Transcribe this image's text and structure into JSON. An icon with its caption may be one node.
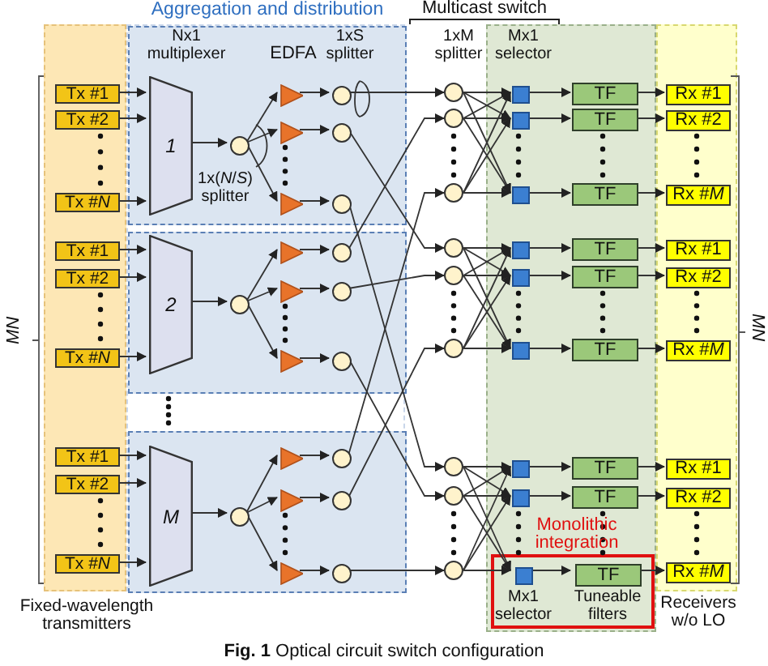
{
  "diagram": {
    "caption": "**Fig. 1** Optical circuit switch configuration",
    "nodes": [
      {
        "text": [
          "Fixed-wavelength transmitters"
        ]
      },
      {
        "text": [
          "Aggregation and distribution"
        ]
      },
      {
        "text": [],
        "shape": "box",
        "in": 1
      },
      {
        "text": [],
        "shape": "box",
        "in": 1
      },
      {
        "text": [],
        "shape": "box",
        "in": 1
      },
      {
        "text": [],
        "shape": "box"
      },
      {
        "text": [
          "Monolithic integration",
          "Mx1 selector",
          "Tuneable filters"
        ],
        "in": 5
      },
      {
        "text": [
          "Receivers w/o LO"
        ]
      },
      {
        "text": [
          "Tx #1"
        ],
        "in": 0
      },
      {
        "text": [
          "Tx #2"
        ],
        "in": 0
      },
      {
        "text": [
          "Tx #*N*"
        ],
        "in": 0
      },
      {
        "text": [
          "Tx #1"
        ],
        "in": 0
      },
      {
        "text": [
          "Tx #2"
        ],
        "in": 0
      },
      {
        "text": [
          "Tx #*N*"
        ],
        "in": 0
      },
      {
        "text": [
          "Tx #1"
        ],
        "in": 0
      },
      {
        "text": [
          "Tx #2"
        ],
        "in": 0
      },
      {
        "text": [
          "Tx #*N*"
        ],
        "in": 0
      },
      {
        "text": [
          "1"
        ],
        "in": 2
      },
      {
        "text": [
          "2"
        ],
        "in": 3
      },
      {
        "text": [
          "M"
        ],
        "in": 4
      },
      {
        "text": [],
        "shape": "circle",
        "in": 2
      },
      {
        "text": [],
        "shape": "circle",
        "in": 3
      },
      {
        "text": [],
        "shape": "circle",
        "in": 4
      },
      {
        "text": [],
        "shape": "triangle",
        "in": 2
      },
      {
        "text": [],
        "shape": "triangle",
        "in": 2
      },
      {
        "text": [],
        "shape": "triangle",
        "in": 2
      },
      {
        "text": [],
        "shape": "triangle",
        "in": 3
      },
      {
        "text": [],
        "shape": "triangle",
        "in": 3
      },
      {
        "text": [],
        "shape": "triangle",
        "in": 3
      },
      {
        "text": [],
        "shape": "triangle",
        "in": 4
      },
      {
        "text": [],
        "shape": "triangle",
        "in": 4
      },
      {
        "text": [],
        "shape": "triangle",
        "in": 4
      },
      {
        "text": [],
        "shape": "circle",
        "in": 2
      },
      {
        "text": [],
        "shape": "circle",
        "in": 2
      },
      {
        "text": [],
        "shape": "circle",
        "in": 2
      },
      {
        "text": [],
        "shape": "circle",
        "in": 3
      },
      {
        "text": [],
        "shape": "circle",
        "in": 3
      },
      {
        "text": [],
        "shape": "circle",
        "in": 3
      },
      {
        "text": [],
        "shape": "circle",
        "in": 4
      },
      {
        "text": [],
        "shape": "circle",
        "in": 4
      },
      {
        "text": [],
        "shape": "circle",
        "in": 4
      },
      {
        "text": [],
        "shape": "circle"
      },
      {
        "text": [],
        "shape": "circle"
      },
      {
        "text": [],
        "shape": "circle"
      },
      {
        "text": [],
        "shape": "circle"
      },
      {
        "text": [],
        "shape": "circle"
      },
      {
        "text": [],
        "shape": "circle"
      },
      {
        "text": [],
        "shape": "circle"
      },
      {
        "text": [],
        "shape": "circle"
      },
      {
        "text": [],
        "shape": "circle"
      },
      {
        "text": [],
        "shape": "box",
        "in": 5
      },
      {
        "text": [],
        "shape": "box",
        "in": 5
      },
      {
        "text": [],
        "shape": "box",
        "in": 5
      },
      {
        "text": [],
        "shape": "box",
        "in": 5
      },
      {
        "text": [],
        "shape": "box",
        "in": 5
      },
      {
        "text": [],
        "shape": "box",
        "in": 5
      },
      {
        "text": [],
        "shape": "box",
        "in": 5
      },
      {
        "text": [],
        "shape": "box",
        "in": 5
      },
      {
        "text": [],
        "shape": "box",
        "in": 6
      },
      {
        "text": [
          "TF"
        ],
        "in": 5
      },
      {
        "text": [
          "TF"
        ],
        "in": 5
      },
      {
        "text": [
          "TF"
        ],
        "in": 5
      },
      {
        "text": [
          "TF"
        ],
        "in": 5
      },
      {
        "text": [
          "TF"
        ],
        "in": 5
      },
      {
        "text": [
          "TF"
        ],
        "in": 5
      },
      {
        "text": [
          "TF"
        ],
        "in": 5
      },
      {
        "text": [
          "TF"
        ],
        "in": 5
      },
      {
        "text": [
          "TF"
        ],
        "in": 6
      },
      {
        "text": [
          "Rx #1"
        ],
        "in": 7
      },
      {
        "text": [
          "Rx #2"
        ],
        "in": 7
      },
      {
        "text": [
          "Rx #*M*"
        ],
        "in": 7
      },
      {
        "text": [
          "Rx #1"
        ],
        "in": 7
      },
      {
        "text": [
          "Rx #2"
        ],
        "in": 7
      },
      {
        "text": [
          "Rx #*M*"
        ],
        "in": 7
      },
      {
        "text": [
          "Rx #1"
        ],
        "in": 7
      },
      {
        "text": [
          "Rx #2"
        ],
        "in": 7
      },
      {
        "text": [
          "Rx #*M*"
        ],
        "in": 7
      }
    ],
    "edges": [
      {
        "from": 8,
        "to": 17,
        "arrow": "to"
      },
      {
        "from": 9,
        "to": 17,
        "arrow": "to"
      },
      {
        "from": 10,
        "to": 17,
        "arrow": "to"
      },
      {
        "from": 11,
        "to": 18,
        "arrow": "to"
      },
      {
        "from": 12,
        "to": 18,
        "arrow": "to"
      },
      {
        "from": 13,
        "to": 18,
        "arrow": "to"
      },
      {
        "from": 14,
        "to": 19,
        "arrow": "to"
      },
      {
        "from": 15,
        "to": 19,
        "arrow": "to"
      },
      {
        "from": 16,
        "to": 19,
        "arrow": "to"
      },
      {
        "from": 17,
        "to": 20,
        "arrow": "to"
      },
      {
        "from": 18,
        "to": 21,
        "arrow": "to"
      },
      {
        "from": 19,
        "to": 22,
        "arrow": "to"
      },
      {
        "from": 20,
        "to": 23,
        "arrow": "to"
      },
      {
        "from": 20,
        "to": 24,
        "arrow": "to"
      },
      {
        "from": 20,
        "to": 25,
        "arrow": "to"
      },
      {
        "from": 21,
        "to": 26,
        "arrow": "to"
      },
      {
        "from": 21,
        "to": 27,
        "arrow": "to"
      },
      {
        "from": 21,
        "to": 28,
        "arrow": "to"
      },
      {
        "from": 22,
        "to": 29,
        "arrow": "to"
      },
      {
        "from": 22,
        "to": 30,
        "arrow": "to"
      },
      {
        "from": 22,
        "to": 31,
        "arrow": "to"
      },
      {
        "from": 23,
        "to": 32,
        "arrow": "to"
      },
      {
        "from": 24,
        "to": 33,
        "arrow": "to"
      },
      {
        "from": 25,
        "to": 34,
        "arrow": "to"
      },
      {
        "from": 26,
        "to": 35,
        "arrow": "to"
      },
      {
        "from": 27,
        "to": 36,
        "arrow": "to"
      },
      {
        "from": 28,
        "to": 37,
        "arrow": "to"
      },
      {
        "from": 29,
        "to": 38,
        "arrow": "to"
      },
      {
        "from": 30,
        "to": 39,
        "arrow": "to"
      },
      {
        "from": 31,
        "to": 40,
        "arrow": "to"
      },
      {
        "from": 32,
        "to": 41,
        "arrow": "to"
      },
      {
        "from": 33,
        "to": 44,
        "arrow": "to"
      },
      {
        "from": 34,
        "to": 47,
        "arrow": "to"
      },
      {
        "from": 35,
        "to": 42,
        "arrow": "to"
      },
      {
        "from": 36,
        "to": 45,
        "arrow": "to"
      },
      {
        "from": 37,
        "to": 48,
        "arrow": "to"
      },
      {
        "from": 38,
        "to": 43,
        "arrow": "to"
      },
      {
        "from": 39,
        "to": 46,
        "arrow": "to"
      },
      {
        "from": 40,
        "to": 49,
        "arrow": "to"
      },
      {
        "from": 41,
        "to": 50,
        "arrow": "to"
      },
      {
        "from": 41,
        "to": 51,
        "arrow": "to"
      },
      {
        "from": 41,
        "to": 52,
        "arrow": "to"
      },
      {
        "from": 42,
        "to": 50,
        "arrow": "to"
      },
      {
        "from": 42,
        "to": 51,
        "arrow": "to"
      },
      {
        "from": 42,
        "to": 52,
        "arrow": "to"
      },
      {
        "from": 43,
        "to": 50,
        "arrow": "to"
      },
      {
        "from": 43,
        "to": 51,
        "arrow": "to"
      },
      {
        "from": 43,
        "to": 52,
        "arrow": "to"
      },
      {
        "from": 44,
        "to": 53,
        "arrow": "to"
      },
      {
        "from": 44,
        "to": 54,
        "arrow": "to"
      },
      {
        "from": 44,
        "to": 55,
        "arrow": "to"
      },
      {
        "from": 45,
        "to": 53,
        "arrow": "to"
      },
      {
        "from": 45,
        "to": 54,
        "arrow": "to"
      },
      {
        "from": 45,
        "to": 55,
        "arrow": "to"
      },
      {
        "from": 46,
        "to": 53,
        "arrow": "to"
      },
      {
        "from": 46,
        "to": 54,
        "arrow": "to"
      },
      {
        "from": 46,
        "to": 55,
        "arrow": "to"
      },
      {
        "from": 47,
        "to": 56,
        "arrow": "to"
      },
      {
        "from": 47,
        "to": 57,
        "arrow": "to"
      },
      {
        "from": 47,
        "to": 58,
        "arrow": "to"
      },
      {
        "from": 48,
        "to": 56,
        "arrow": "to"
      },
      {
        "from": 48,
        "to": 57,
        "arrow": "to"
      },
      {
        "from": 48,
        "to": 58,
        "arrow": "to"
      },
      {
        "from": 49,
        "to": 56,
        "arrow": "to"
      },
      {
        "from": 49,
        "to": 57,
        "arrow": "to"
      },
      {
        "from": 49,
        "to": 58,
        "arrow": "to"
      },
      {
        "from": 50,
        "to": 59,
        "arrow": "to"
      },
      {
        "from": 51,
        "to": 60,
        "arrow": "to"
      },
      {
        "from": 52,
        "to": 61,
        "arrow": "to"
      },
      {
        "from": 53,
        "to": 62,
        "arrow": "to"
      },
      {
        "from": 54,
        "to": 63,
        "arrow": "to"
      },
      {
        "from": 55,
        "to": 64,
        "arrow": "to"
      },
      {
        "from": 56,
        "to": 65,
        "arrow": "to"
      },
      {
        "from": 57,
        "to": 66,
        "arrow": "to"
      },
      {
        "from": 58,
        "to": 67,
        "arrow": "to"
      },
      {
        "from": 59,
        "to": 68,
        "arrow": "to"
      },
      {
        "from": 60,
        "to": 69,
        "arrow": "to"
      },
      {
        "from": 61,
        "to": 70,
        "arrow": "to"
      },
      {
        "from": 62,
        "to": 71,
        "arrow": "to"
      },
      {
        "from": 63,
        "to": 72,
        "arrow": "to"
      },
      {
        "from": 64,
        "to": 73,
        "arrow": "to"
      },
      {
        "from": 65,
        "to": 74,
        "arrow": "to"
      },
      {
        "from": 66,
        "to": 75,
        "arrow": "to"
      },
      {
        "from": 67,
        "to": 76,
        "arrow": "to"
      }
    ],
    "labels": [
      "Nx1 multiplexer",
      "EDFA",
      "1xS splitter",
      "Multicast switch",
      "1xM splitter",
      "Mx1 selector",
      "1x(*N*/*S*) splitter",
      "*MN*",
      "*MN*"
    ]
  }
}
